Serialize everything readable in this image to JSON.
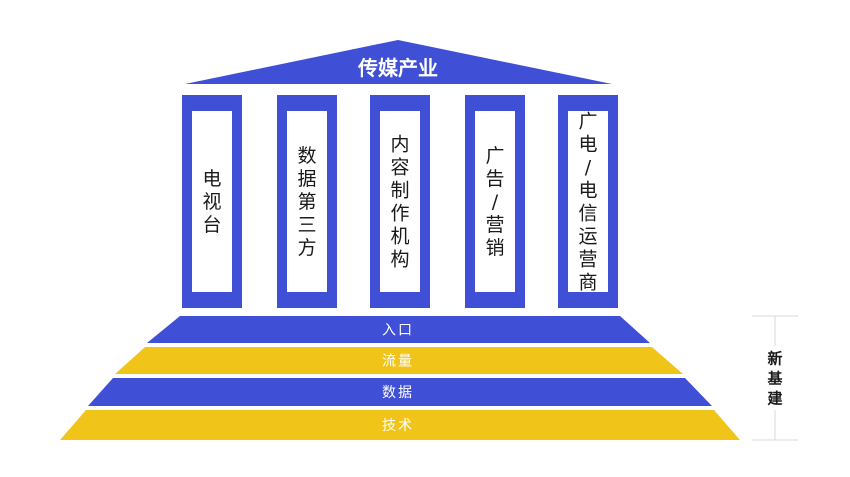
{
  "roof": {
    "label": "传媒产业"
  },
  "pillars": [
    {
      "label": "电视台"
    },
    {
      "label": "数据第三方"
    },
    {
      "label": "内容制作机构"
    },
    {
      "label": "广告/营销"
    },
    {
      "label": "广电/电信运营商"
    }
  ],
  "tiers": [
    {
      "label": "入口",
      "color": "blue"
    },
    {
      "label": "流量",
      "color": "yellow"
    },
    {
      "label": "数据",
      "color": "blue"
    },
    {
      "label": "技术",
      "color": "yellow"
    }
  ],
  "side": {
    "label": "新基建"
  },
  "colors": {
    "blue": "#3f4fd6",
    "yellow": "#f0c419",
    "pillar_inner": "#ffffff",
    "text_dark": "#1a1a1a",
    "divider": "#d8d8d8"
  }
}
